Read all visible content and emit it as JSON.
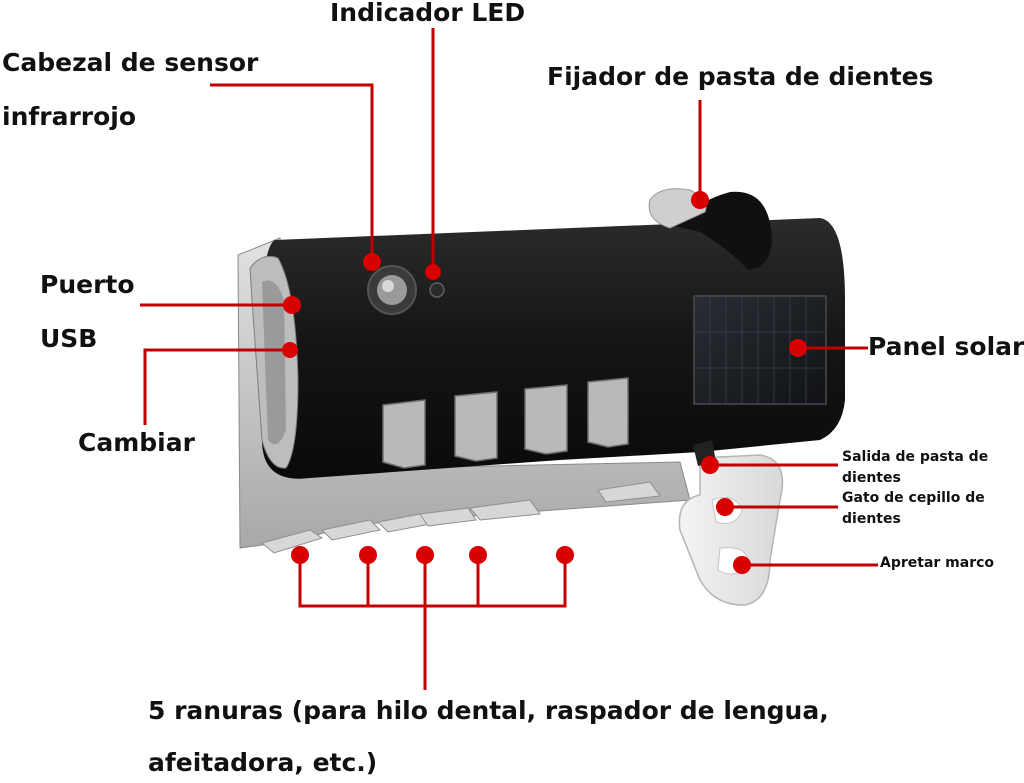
{
  "labels": {
    "led_indicator": "Indicador LED",
    "infrared_sensor_line1": "Cabezal de sensor",
    "infrared_sensor_line2": "infrarrojo",
    "toothpaste_holder": "Fijador de pasta  de dientes",
    "usb_port_line1": "Puerto",
    "usb_port_line2": "USB",
    "switch": "Cambiar",
    "solar_panel": "Panel solar",
    "toothpaste_outlet_line1": "Salida de pasta de",
    "toothpaste_outlet_line2": "dientes",
    "brush_holder_line1": "Gato de cepillo de",
    "brush_holder_line2": "dientes",
    "squeeze_frame": "Apretar marco",
    "slots_line1": "5 ranuras (para hilo dental, raspador de lengua,",
    "slots_line2": "afeitadora, etc.)"
  },
  "colors": {
    "marker": "#d90000",
    "leader_line": "#c00000",
    "device_body": "#151515",
    "device_tray": "#c9c9c9",
    "text": "#111111"
  }
}
